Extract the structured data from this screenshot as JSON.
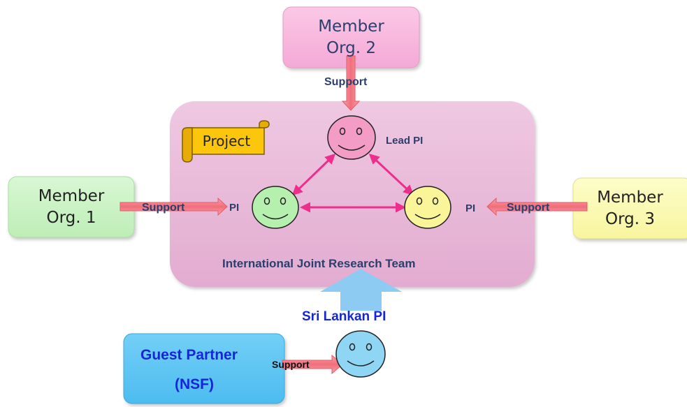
{
  "member_orgs": {
    "org2": {
      "line1": "Member",
      "line2": "Org. 2"
    },
    "org1": {
      "line1": "Member",
      "line2": "Org. 1"
    },
    "org3": {
      "line1": "Member",
      "line2": "Org. 3"
    }
  },
  "team": {
    "project_label": "Project",
    "title": "International Joint Research Team",
    "lead_pi_label": "Lead PI",
    "pi_left_label": "PI",
    "pi_right_label": "PI"
  },
  "support_labels": {
    "top": "Support",
    "left": "Support",
    "right": "Support",
    "bottom": "Support"
  },
  "guest": {
    "line1": "Guest Partner",
    "line2": "(NSF)",
    "sri_lankan_pi_label": "Sri Lankan PI"
  },
  "colors": {
    "team_box": "#e6b3d4",
    "member_org2": "#f7b3dc",
    "member_org1": "#c9f2c5",
    "member_org3": "#fbfab4",
    "guest_box": "#5cc5f3",
    "face_lead": "#f39cc6",
    "face_left": "#b6f0ae",
    "face_right": "#fbf59a",
    "face_sri": "#8fd6f5",
    "support_arrow": "#f27a87",
    "pi_link": "#ee2e8c",
    "big_arrow": "#8ecbf3",
    "project_scroll": "#fbc60c",
    "dark_label": "#2b3f6c",
    "blue_label": "#1526d9"
  }
}
